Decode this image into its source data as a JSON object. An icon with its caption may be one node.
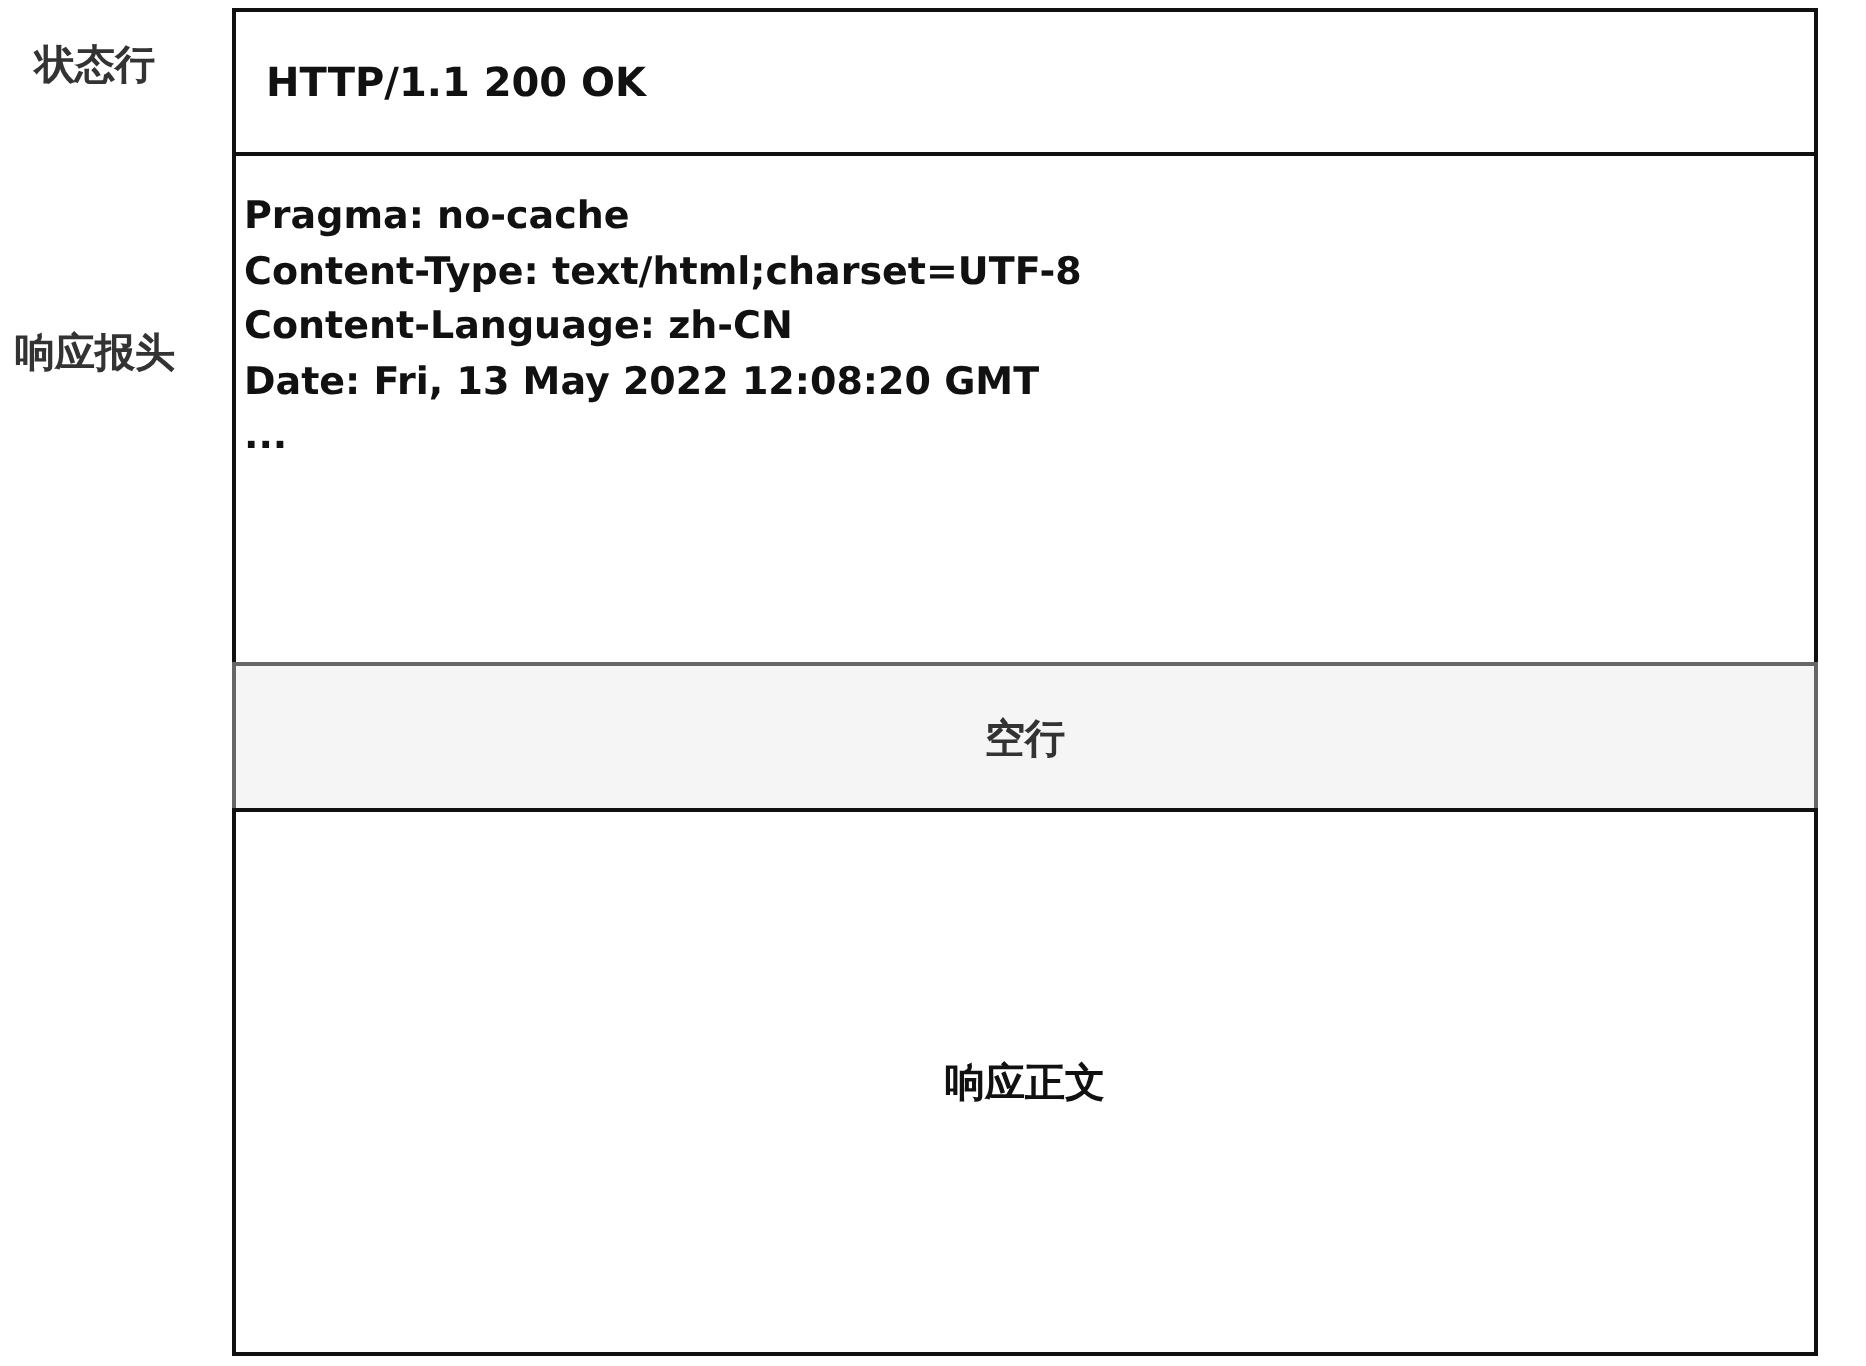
{
  "diagram": {
    "nodes": [
      {
        "text": [
          "HTTP/1.1 200 OK"
        ],
        "beside": [
          "状态行"
        ]
      },
      {
        "text": [
          "Pragma: no-cache",
          "Content-Type: text/html;charset=UTF-8",
          "Content-Language: zh-CN",
          "Date: Fri, 13 May 2022 12:08:20 GMT",
          "..."
        ],
        "beside": [
          "响应报头"
        ]
      },
      {
        "text": [
          "空行"
        ]
      },
      {
        "text": [
          "响应正文"
        ]
      }
    ]
  }
}
